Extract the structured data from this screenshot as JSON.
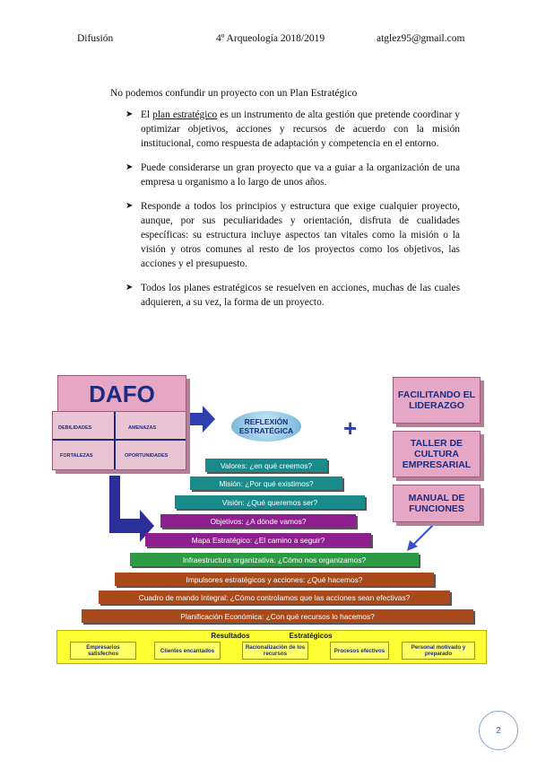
{
  "header": {
    "left": "Difusión",
    "center": "4º Arqueología 2018/2019",
    "right": "atglez95@gmail.com"
  },
  "intro": "No podemos confundir un proyecto con un Plan Estratégico",
  "bullets": [
    {
      "pre": "El ",
      "link": "plan estratégico",
      "post": " es un instrumento de alta gestión que pretende coordinar y optimizar objetivos, acciones y recursos de acuerdo con la misión institucional, como respuesta de adaptación y competencia en el entorno."
    },
    {
      "text": "Puede considerarse un gran proyecto que va a guiar a la organización de una empresa u organismo a lo largo de unos años."
    },
    {
      "text": "Responde a todos los principios y estructura que exige cualquier proyecto, aunque, por sus peculiaridades y orientación, disfruta de cualidades específicas: su estructura incluye aspectos tan vitales como la misión o la visión y otros comunes al resto de los proyectos como los objetivos, las acciones y el presupuesto."
    },
    {
      "text": "Todos los planes estratégicos se resuelven en acciones, muchas de las cuales adquieren, a su vez, la forma de un proyecto."
    }
  ],
  "diagram": {
    "dafo": {
      "title": "DAFO",
      "debilidades": "DEBILIDADES",
      "amenazas": "AMENAZAS",
      "fortalezas": "FORTALEZAS",
      "oportunidades": "OPORTUNIDADES"
    },
    "reflexion": "REFLEXIÓN ESTRATÉGICA",
    "plus": "+",
    "right_boxes": [
      "FACILITANDO EL LIDERAZGO",
      "TALLER DE CULTURA EMPRESARIAL",
      "MANUAL DE FUNCIONES"
    ],
    "steps": [
      "Valores: ¿en qué creemos?",
      "Misión: ¿Por qué existimos?",
      "Visión: ¿Qué queremos ser?",
      "Objetivos: ¿A dónde vamos?",
      "Mapa Estratégico: ¿El camino a seguir?",
      "Infraestructura organizativa: ¿Cómo nos organizamos?",
      "Impulsores estratégicos y acciones: ¿Qué hacemos?",
      "Cuadro de mando Integral: ¿Cómo controlamos que las acciones sean efectivas?",
      "Planificación Económica: ¿Con qué recursos lo hacemos?"
    ],
    "results_title_left": "Resultados",
    "results_title_right": "Estratégicos",
    "results": [
      "Empresarios satisfechos",
      "Clientes encantados",
      "Racionalización de los recursos",
      "Procesos efectivos",
      "Personal motivado y preparado"
    ],
    "colors": {
      "teal": "#1a8b8b",
      "purple": "#8e1f8e",
      "green": "#2d9a45",
      "brown": "#a84a1c",
      "yellow": "#ffff33",
      "pink": "#e6a7c4",
      "navy": "#1c2a80"
    }
  },
  "page_number": "2"
}
